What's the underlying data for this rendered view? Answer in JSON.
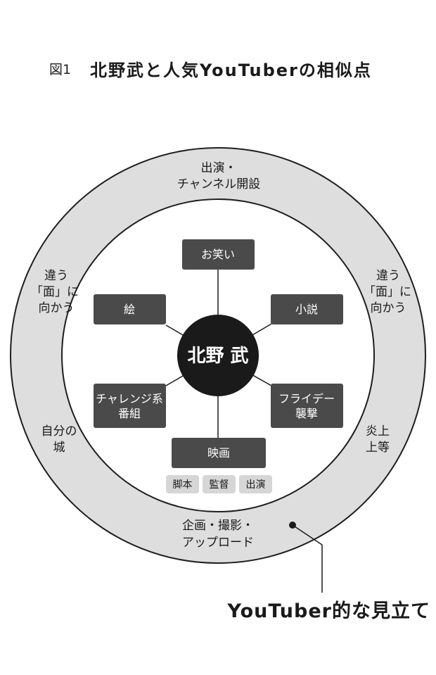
{
  "header": {
    "figure_label": "図1",
    "title": "北野武と人気YouTuberの相似点"
  },
  "center": {
    "label": "北野 武"
  },
  "activities": {
    "comedy": "お笑い",
    "novel": "小説",
    "painting": "絵",
    "challenge": [
      "チャレンジ系",
      "番組"
    ],
    "friday": [
      "フライデー",
      "襲撃"
    ],
    "film": "映画",
    "film_roles": [
      "脚本",
      "監督",
      "出演"
    ]
  },
  "ring": {
    "top": [
      "出演・",
      "チャンネル開設"
    ],
    "left_upper": [
      "違う",
      "「面」に",
      "向かう"
    ],
    "right_upper": [
      "違う",
      "「面」に",
      "向かう"
    ],
    "left_lower": [
      "自分の",
      "城"
    ],
    "right_lower": [
      "炎上",
      "上等"
    ],
    "bottom": [
      "企画・撮影・",
      "アップロード"
    ]
  },
  "callout": {
    "label": "YouTuber的な見立て"
  },
  "colors": {
    "ring": "#dedede",
    "stroke": "#1e1e1e",
    "box": "#4a4a4a",
    "center": "#1a1a1a",
    "tag": "#d6d6d6"
  }
}
